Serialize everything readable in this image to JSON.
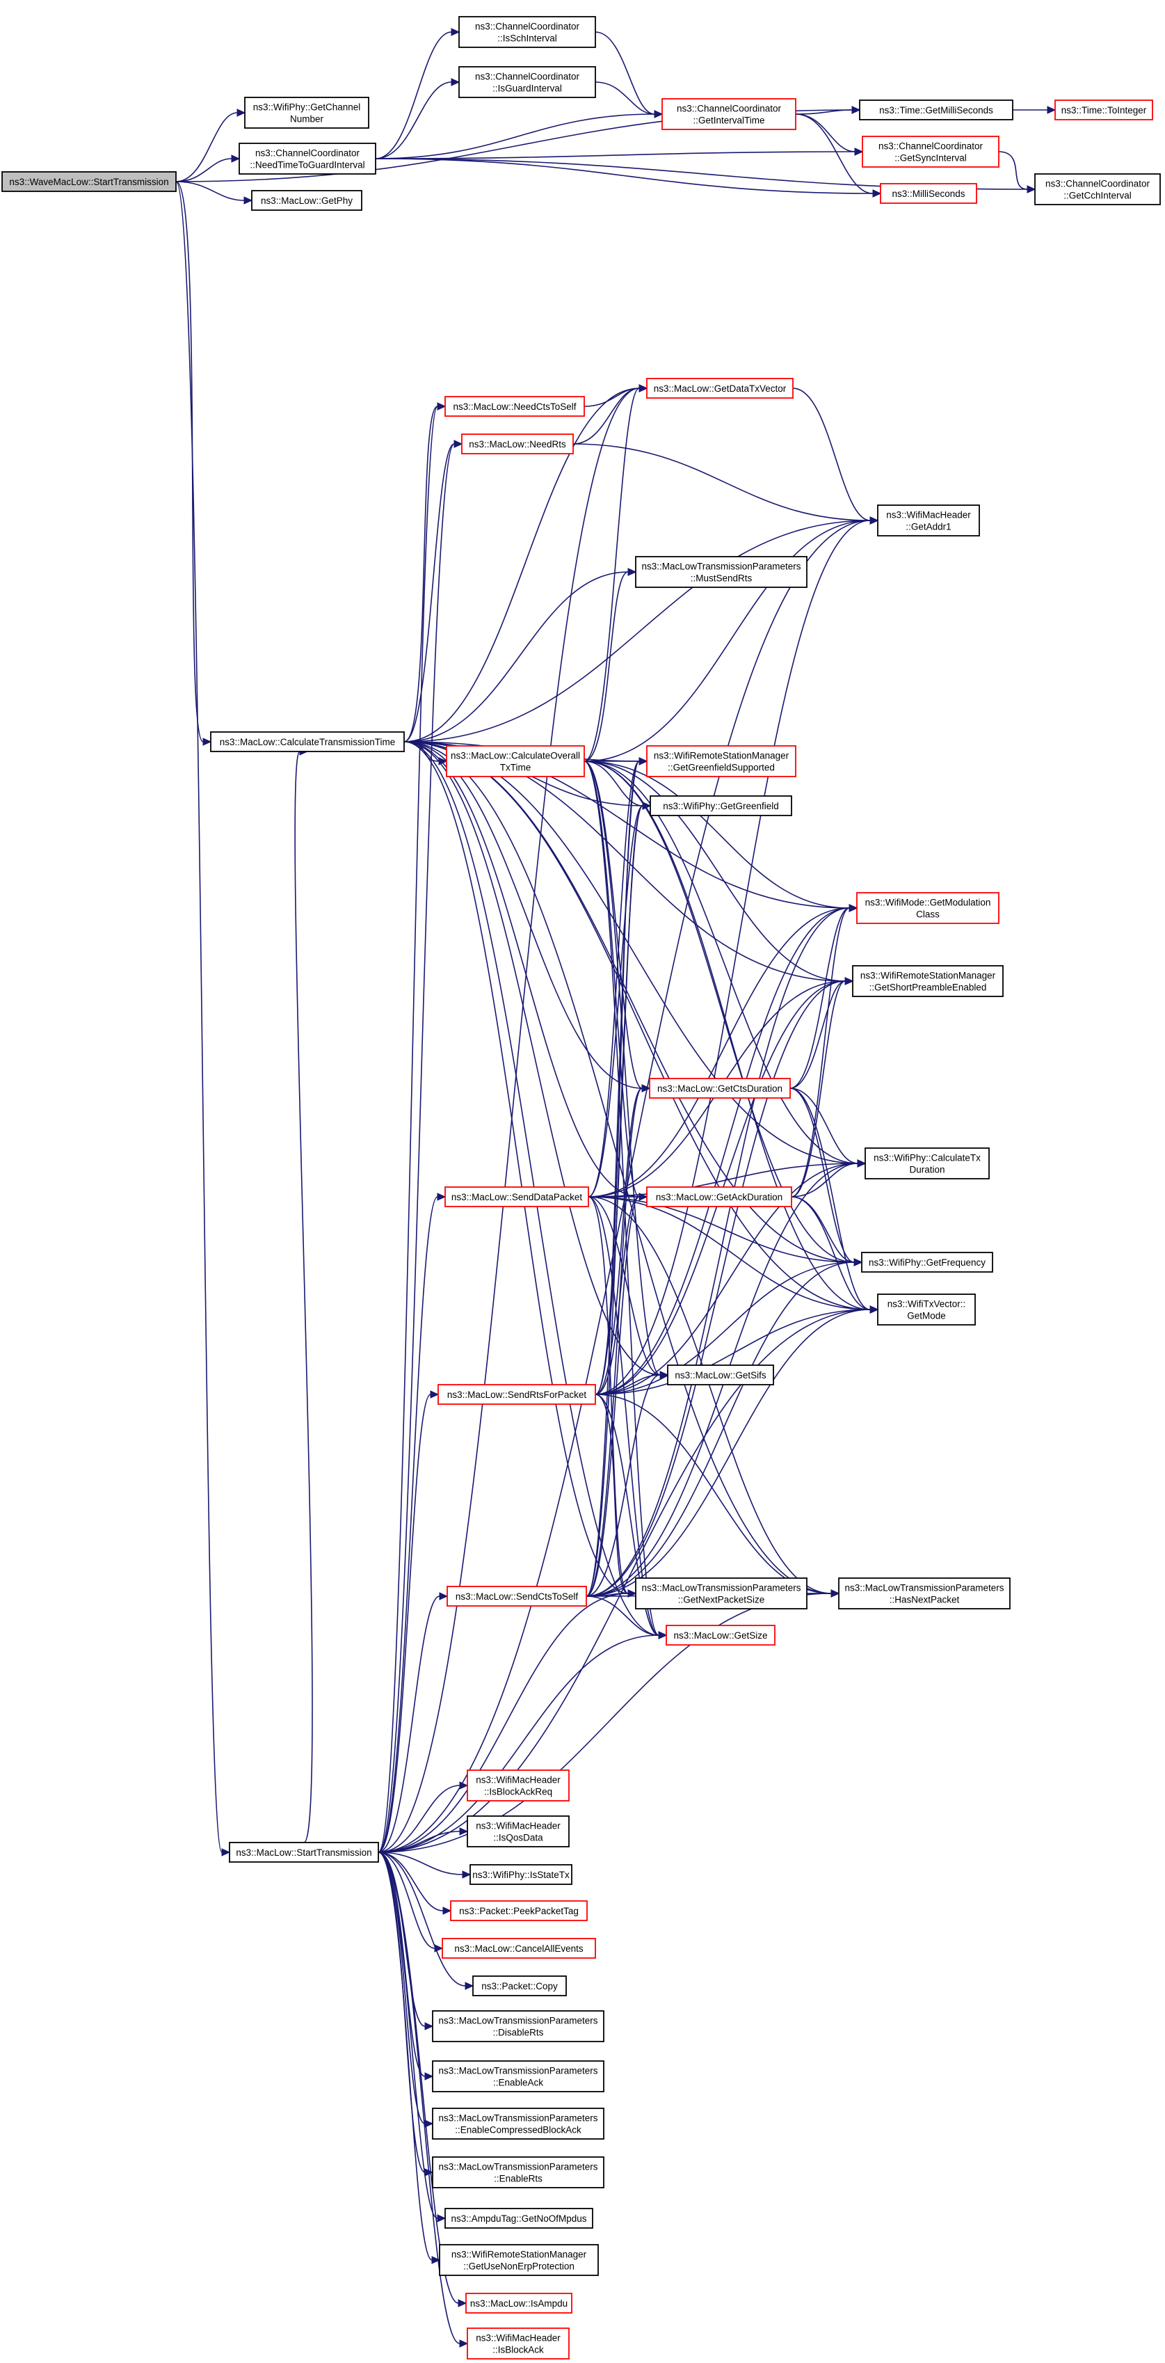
{
  "colors": {
    "edge": "#191970",
    "box_default": "#000000",
    "box_highlight": "#ff0000",
    "root_fill": "#bfbfbf",
    "node_fill": "#ffffff"
  },
  "nodes": [
    {
      "id": "wave_start",
      "lines": [
        "ns3::WaveMacLow::StartTransmission"
      ],
      "style": "root"
    },
    {
      "id": "getchannelnumber",
      "lines": [
        "ns3::WifiPhy::GetChannel",
        "Number"
      ],
      "style": "plain"
    },
    {
      "id": "needtime",
      "lines": [
        "ns3::ChannelCoordinator",
        "::NeedTimeToGuardInterval"
      ],
      "style": "plain"
    },
    {
      "id": "getphy",
      "lines": [
        "ns3::MacLow::GetPhy"
      ],
      "style": "plain"
    },
    {
      "id": "isschinterval",
      "lines": [
        "ns3::ChannelCoordinator",
        "::IsSchInterval"
      ],
      "style": "plain"
    },
    {
      "id": "isguardinterval",
      "lines": [
        "ns3::ChannelCoordinator",
        "::IsGuardInterval"
      ],
      "style": "plain"
    },
    {
      "id": "getintervaltime",
      "lines": [
        "ns3::ChannelCoordinator",
        "::GetIntervalTime"
      ],
      "style": "red"
    },
    {
      "id": "getmilliseconds",
      "lines": [
        "ns3::Time::GetMilliSeconds"
      ],
      "style": "plain"
    },
    {
      "id": "tointeger",
      "lines": [
        "ns3::Time::ToInteger"
      ],
      "style": "red"
    },
    {
      "id": "getsyncinterval",
      "lines": [
        "ns3::ChannelCoordinator",
        "::GetSyncInterval"
      ],
      "style": "red"
    },
    {
      "id": "milliseconds",
      "lines": [
        "ns3::MilliSeconds"
      ],
      "style": "red"
    },
    {
      "id": "getcchinterval",
      "lines": [
        "ns3::ChannelCoordinator",
        "::GetCchInterval"
      ],
      "style": "plain"
    },
    {
      "id": "calctxtime",
      "lines": [
        "ns3::MacLow::CalculateTransmissionTime"
      ],
      "style": "plain"
    },
    {
      "id": "needctstoself",
      "lines": [
        "ns3::MacLow::NeedCtsToSelf"
      ],
      "style": "red"
    },
    {
      "id": "needrts",
      "lines": [
        "ns3::MacLow::NeedRts"
      ],
      "style": "red"
    },
    {
      "id": "getdatatxvector",
      "lines": [
        "ns3::MacLow::GetDataTxVector"
      ],
      "style": "red"
    },
    {
      "id": "getaddr1",
      "lines": [
        "ns3::WifiMacHeader",
        "::GetAddr1"
      ],
      "style": "plain"
    },
    {
      "id": "mustsendrts",
      "lines": [
        "ns3::MacLowTransmissionParameters",
        "::MustSendRts"
      ],
      "style": "plain"
    },
    {
      "id": "calcoveralltxtime",
      "lines": [
        "ns3::MacLow::CalculateOverall",
        "TxTime"
      ],
      "style": "red"
    },
    {
      "id": "getgreenfieldsupported",
      "lines": [
        "ns3::WifiRemoteStationManager",
        "::GetGreenfieldSupported"
      ],
      "style": "red"
    },
    {
      "id": "getgreenfield",
      "lines": [
        "ns3::WifiPhy::GetGreenfield"
      ],
      "style": "plain"
    },
    {
      "id": "getmodulationclass",
      "lines": [
        "ns3::WifiMode::GetModulation",
        "Class"
      ],
      "style": "red"
    },
    {
      "id": "getshortpreamble",
      "lines": [
        "ns3::WifiRemoteStationManager",
        "::GetShortPreambleEnabled"
      ],
      "style": "plain"
    },
    {
      "id": "getctsduration",
      "lines": [
        "ns3::MacLow::GetCtsDuration"
      ],
      "style": "red"
    },
    {
      "id": "calculatetxduration",
      "lines": [
        "ns3::WifiPhy::CalculateTx",
        "Duration"
      ],
      "style": "plain"
    },
    {
      "id": "senddatapacket",
      "lines": [
        "ns3::MacLow::SendDataPacket"
      ],
      "style": "red"
    },
    {
      "id": "getackduration",
      "lines": [
        "ns3::MacLow::GetAckDuration"
      ],
      "style": "red"
    },
    {
      "id": "getfrequency",
      "lines": [
        "ns3::WifiPhy::GetFrequency"
      ],
      "style": "plain"
    },
    {
      "id": "getmode",
      "lines": [
        "ns3::WifiTxVector::",
        "GetMode"
      ],
      "style": "plain"
    },
    {
      "id": "sendrtsforpacket",
      "lines": [
        "ns3::MacLow::SendRtsForPacket"
      ],
      "style": "red"
    },
    {
      "id": "getsifs",
      "lines": [
        "ns3::MacLow::GetSifs"
      ],
      "style": "plain"
    },
    {
      "id": "sendctstoself",
      "lines": [
        "ns3::MacLow::SendCtsToSelf"
      ],
      "style": "red"
    },
    {
      "id": "getnextpacketsize",
      "lines": [
        "ns3::MacLowTransmissionParameters",
        "::GetNextPacketSize"
      ],
      "style": "plain"
    },
    {
      "id": "hasnextpacket",
      "lines": [
        "ns3::MacLowTransmissionParameters",
        "::HasNextPacket"
      ],
      "style": "plain"
    },
    {
      "id": "getsize",
      "lines": [
        "ns3::MacLow::GetSize"
      ],
      "style": "red"
    },
    {
      "id": "maclow_start",
      "lines": [
        "ns3::MacLow::StartTransmission"
      ],
      "style": "plain"
    },
    {
      "id": "isblockackreq",
      "lines": [
        "ns3::WifiMacHeader",
        "::IsBlockAckReq"
      ],
      "style": "red"
    },
    {
      "id": "isqosdata",
      "lines": [
        "ns3::WifiMacHeader",
        "::IsQosData"
      ],
      "style": "plain"
    },
    {
      "id": "isstatetx",
      "lines": [
        "ns3::WifiPhy::IsStateTx"
      ],
      "style": "plain"
    },
    {
      "id": "peekpackettag",
      "lines": [
        "ns3::Packet::PeekPacketTag"
      ],
      "style": "red"
    },
    {
      "id": "cancelallevents",
      "lines": [
        "ns3::MacLow::CancelAllEvents"
      ],
      "style": "red"
    },
    {
      "id": "packetcopy",
      "lines": [
        "ns3::Packet::Copy"
      ],
      "style": "plain"
    },
    {
      "id": "disablerts",
      "lines": [
        "ns3::MacLowTransmissionParameters",
        "::DisableRts"
      ],
      "style": "plain"
    },
    {
      "id": "enableack",
      "lines": [
        "ns3::MacLowTransmissionParameters",
        "::EnableAck"
      ],
      "style": "plain"
    },
    {
      "id": "enablecompressedblockack",
      "lines": [
        "ns3::MacLowTransmissionParameters",
        "::EnableCompressedBlockAck"
      ],
      "style": "plain"
    },
    {
      "id": "enablerts",
      "lines": [
        "ns3::MacLowTransmissionParameters",
        "::EnableRts"
      ],
      "style": "plain"
    },
    {
      "id": "getnoofmpdus",
      "lines": [
        "ns3::AmpduTag::GetNoOfMpdus"
      ],
      "style": "plain"
    },
    {
      "id": "getusenonerp",
      "lines": [
        "ns3::WifiRemoteStationManager",
        "::GetUseNonErpProtection"
      ],
      "style": "plain"
    },
    {
      "id": "isampdu",
      "lines": [
        "ns3::MacLow::IsAmpdu"
      ],
      "style": "red"
    },
    {
      "id": "isblockack",
      "lines": [
        "ns3::WifiMacHeader",
        "::IsBlockAck"
      ],
      "style": "red"
    }
  ],
  "edges": [
    [
      "wave_start",
      "getchannelnumber"
    ],
    [
      "wave_start",
      "needtime"
    ],
    [
      "wave_start",
      "getphy"
    ],
    [
      "wave_start",
      "getmilliseconds"
    ],
    [
      "wave_start",
      "calctxtime"
    ],
    [
      "wave_start",
      "maclow_start"
    ],
    [
      "needtime",
      "isschinterval"
    ],
    [
      "needtime",
      "isguardinterval"
    ],
    [
      "needtime",
      "getintervaltime"
    ],
    [
      "needtime",
      "getsyncinterval"
    ],
    [
      "needtime",
      "milliseconds"
    ],
    [
      "needtime",
      "getcchinterval"
    ],
    [
      "isschinterval",
      "getintervaltime"
    ],
    [
      "isguardinterval",
      "getintervaltime"
    ],
    [
      "getintervaltime",
      "getmilliseconds"
    ],
    [
      "getintervaltime",
      "getsyncinterval"
    ],
    [
      "getintervaltime",
      "milliseconds"
    ],
    [
      "getmilliseconds",
      "tointeger"
    ],
    [
      "getsyncinterval",
      "getcchinterval"
    ],
    [
      "calctxtime",
      "needctstoself"
    ],
    [
      "calctxtime",
      "needrts"
    ],
    [
      "calctxtime",
      "getdatatxvector"
    ],
    [
      "calctxtime",
      "getaddr1"
    ],
    [
      "calctxtime",
      "mustsendrts"
    ],
    [
      "calctxtime",
      "calcoveralltxtime"
    ],
    [
      "calctxtime",
      "getgreenfieldsupported"
    ],
    [
      "calctxtime",
      "getgreenfield"
    ],
    [
      "calctxtime",
      "getmodulationclass"
    ],
    [
      "calctxtime",
      "getshortpreamble"
    ],
    [
      "calctxtime",
      "getctsduration"
    ],
    [
      "calctxtime",
      "calculatetxduration"
    ],
    [
      "calctxtime",
      "getackduration"
    ],
    [
      "calctxtime",
      "getfrequency"
    ],
    [
      "calctxtime",
      "getmode"
    ],
    [
      "calctxtime",
      "getsifs"
    ],
    [
      "calctxtime",
      "getnextpacketsize"
    ],
    [
      "calctxtime",
      "hasnextpacket"
    ],
    [
      "calctxtime",
      "getsize"
    ],
    [
      "needctstoself",
      "getdatatxvector"
    ],
    [
      "needrts",
      "getdatatxvector"
    ],
    [
      "needrts",
      "getaddr1"
    ],
    [
      "getdatatxvector",
      "getaddr1"
    ],
    [
      "calcoveralltxtime",
      "getgreenfieldsupported"
    ],
    [
      "calcoveralltxtime",
      "getgreenfield"
    ],
    [
      "calcoveralltxtime",
      "getdatatxvector"
    ],
    [
      "calcoveralltxtime",
      "getaddr1"
    ],
    [
      "calcoveralltxtime",
      "mustsendrts"
    ],
    [
      "calcoveralltxtime",
      "getmodulationclass"
    ],
    [
      "calcoveralltxtime",
      "getshortpreamble"
    ],
    [
      "calcoveralltxtime",
      "getctsduration"
    ],
    [
      "calcoveralltxtime",
      "getackduration"
    ],
    [
      "calcoveralltxtime",
      "calculatetxduration"
    ],
    [
      "calcoveralltxtime",
      "getfrequency"
    ],
    [
      "calcoveralltxtime",
      "getmode"
    ],
    [
      "calcoveralltxtime",
      "getsifs"
    ],
    [
      "calcoveralltxtime",
      "getsize"
    ],
    [
      "getctsduration",
      "getmodulationclass"
    ],
    [
      "getctsduration",
      "getshortpreamble"
    ],
    [
      "getctsduration",
      "calculatetxduration"
    ],
    [
      "getctsduration",
      "getfrequency"
    ],
    [
      "getctsduration",
      "getmode"
    ],
    [
      "getackduration",
      "getmodulationclass"
    ],
    [
      "getackduration",
      "getshortpreamble"
    ],
    [
      "getackduration",
      "calculatetxduration"
    ],
    [
      "getackduration",
      "getfrequency"
    ],
    [
      "getackduration",
      "getmode"
    ],
    [
      "senddatapacket",
      "getackduration"
    ],
    [
      "senddatapacket",
      "calculatetxduration"
    ],
    [
      "senddatapacket",
      "getfrequency"
    ],
    [
      "senddatapacket",
      "getmode"
    ],
    [
      "senddatapacket",
      "getsifs"
    ],
    [
      "senddatapacket",
      "hasnextpacket"
    ],
    [
      "senddatapacket",
      "getnextpacketsize"
    ],
    [
      "senddatapacket",
      "getsize"
    ],
    [
      "senddatapacket",
      "getshortpreamble"
    ],
    [
      "senddatapacket",
      "getmodulationclass"
    ],
    [
      "senddatapacket",
      "getgreenfield"
    ],
    [
      "senddatapacket",
      "getgreenfieldsupported"
    ],
    [
      "sendrtsforpacket",
      "getsifs"
    ],
    [
      "sendrtsforpacket",
      "getctsduration"
    ],
    [
      "sendrtsforpacket",
      "getackduration"
    ],
    [
      "sendrtsforpacket",
      "calculatetxduration"
    ],
    [
      "sendrtsforpacket",
      "getfrequency"
    ],
    [
      "sendrtsforpacket",
      "getmode"
    ],
    [
      "sendrtsforpacket",
      "getshortpreamble"
    ],
    [
      "sendrtsforpacket",
      "getmodulationclass"
    ],
    [
      "sendrtsforpacket",
      "getgreenfield"
    ],
    [
      "sendrtsforpacket",
      "getgreenfieldsupported"
    ],
    [
      "sendrtsforpacket",
      "getnextpacketsize"
    ],
    [
      "sendrtsforpacket",
      "hasnextpacket"
    ],
    [
      "sendrtsforpacket",
      "getsize"
    ],
    [
      "sendrtsforpacket",
      "getaddr1"
    ],
    [
      "sendctstoself",
      "getnextpacketsize"
    ],
    [
      "sendctstoself",
      "getsize"
    ],
    [
      "sendctstoself",
      "hasnextpacket"
    ],
    [
      "sendctstoself",
      "getsifs"
    ],
    [
      "sendctstoself",
      "getackduration"
    ],
    [
      "sendctstoself",
      "getctsduration"
    ],
    [
      "sendctstoself",
      "calculatetxduration"
    ],
    [
      "sendctstoself",
      "getfrequency"
    ],
    [
      "sendctstoself",
      "getmode"
    ],
    [
      "sendctstoself",
      "getshortpreamble"
    ],
    [
      "sendctstoself",
      "getmodulationclass"
    ],
    [
      "sendctstoself",
      "getgreenfield"
    ],
    [
      "sendctstoself",
      "getgreenfieldsupported"
    ],
    [
      "getnextpacketsize",
      "hasnextpacket"
    ],
    [
      "maclow_start",
      "calctxtime"
    ],
    [
      "maclow_start",
      "senddatapacket"
    ],
    [
      "maclow_start",
      "sendrtsforpacket"
    ],
    [
      "maclow_start",
      "sendctstoself"
    ],
    [
      "maclow_start",
      "needctstoself"
    ],
    [
      "maclow_start",
      "needrts"
    ],
    [
      "maclow_start",
      "getdatatxvector"
    ],
    [
      "maclow_start",
      "getaddr1"
    ],
    [
      "maclow_start",
      "getsize"
    ],
    [
      "maclow_start",
      "getnextpacketsize"
    ],
    [
      "maclow_start",
      "hasnextpacket"
    ],
    [
      "maclow_start",
      "getmode"
    ],
    [
      "maclow_start",
      "isblockackreq"
    ],
    [
      "maclow_start",
      "isqosdata"
    ],
    [
      "maclow_start",
      "isstatetx"
    ],
    [
      "maclow_start",
      "peekpackettag"
    ],
    [
      "maclow_start",
      "cancelallevents"
    ],
    [
      "maclow_start",
      "packetcopy"
    ],
    [
      "maclow_start",
      "disablerts"
    ],
    [
      "maclow_start",
      "enableack"
    ],
    [
      "maclow_start",
      "enablecompressedblockack"
    ],
    [
      "maclow_start",
      "enablerts"
    ],
    [
      "maclow_start",
      "getnoofmpdus"
    ],
    [
      "maclow_start",
      "getusenonerp"
    ],
    [
      "maclow_start",
      "isampdu"
    ],
    [
      "maclow_start",
      "isblockack"
    ]
  ]
}
